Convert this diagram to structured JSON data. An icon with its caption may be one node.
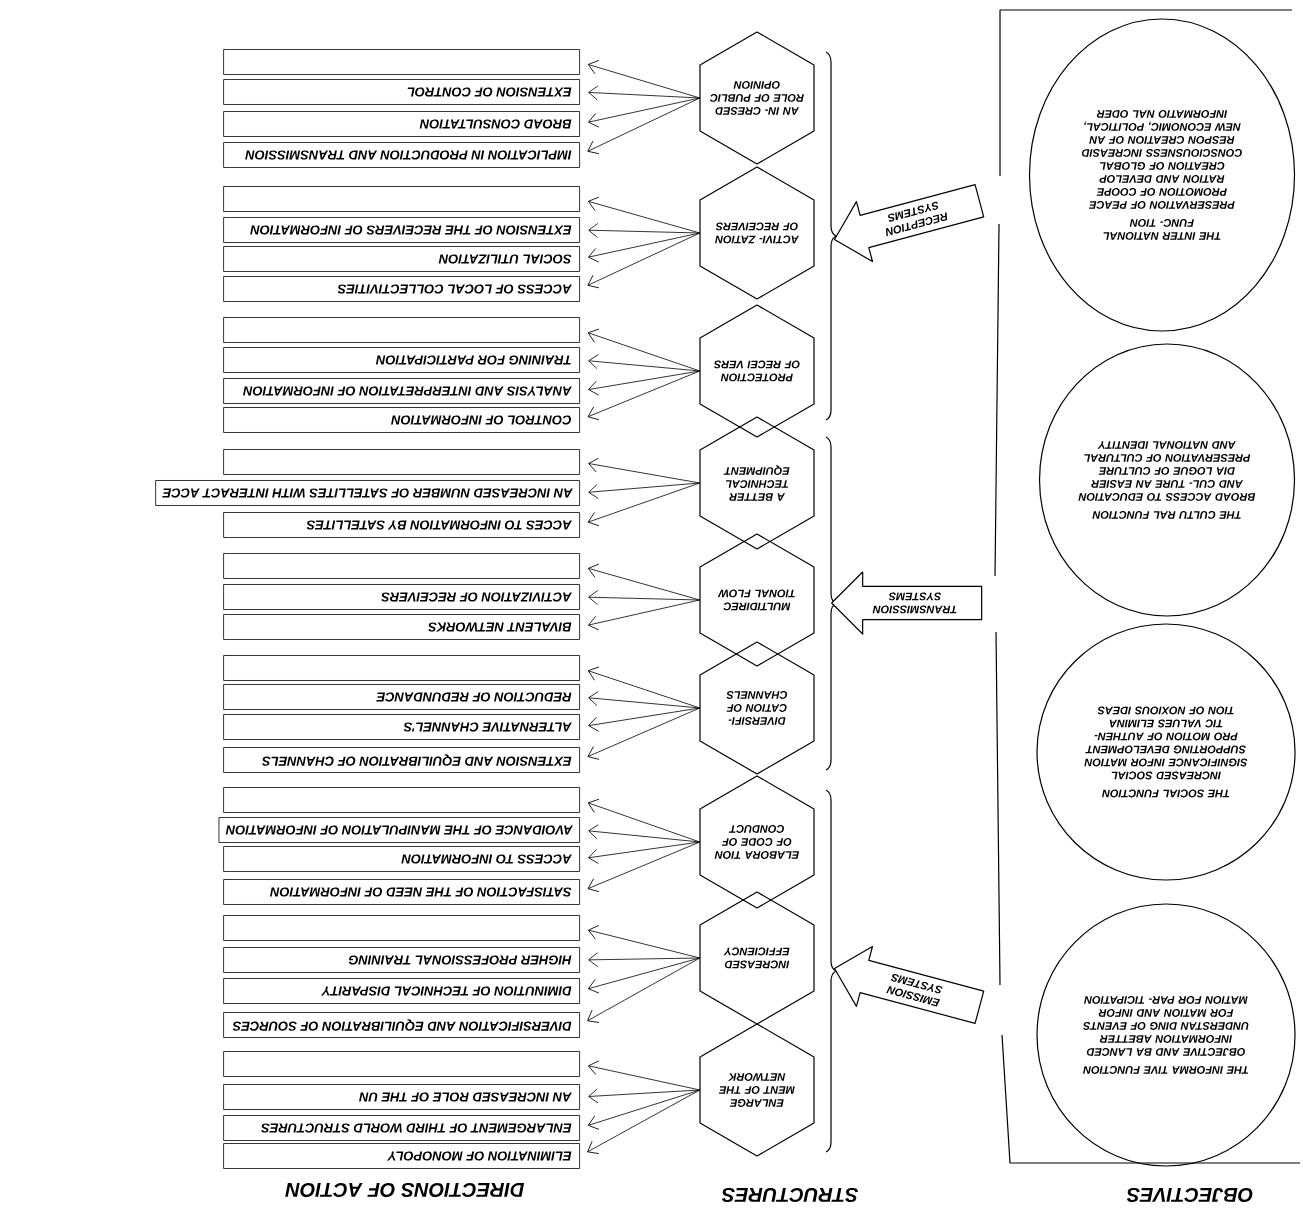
{
  "diagram": {
    "nodes": [
      {
        "text": [
          "THE INFORMA TIVE FUNCTION",
          "OBJECTIVE AND BA LANCED INFORMATION ABETTER UNDERSTAN DING OF EVENTS FOR MATION AND INFOR MATION FOR PAR- TICIPATION"
        ]
      },
      {
        "text": [
          "THE SOCIAL FUNCTION",
          "INCREASED SOCIAL SIGNIFICANCE INFOR MATION SUPPORTING DEVELOPMENT PRO MOTION OF AUTHEN- TIC VALUES ELIMINA TION OF NOXIOUS IDEAS"
        ]
      },
      {
        "text": [
          "THE CULTU RAL FUNCTION",
          "BROAD ACCESS TO EDUCATION AND CUL- TURE AN EASIER DIA LOGUE OF CULTURE PRESERVATION OF CULTURAL AND NATIONAL IDENTITY"
        ]
      },
      {
        "text": [
          "THE INTER NATIONAL FUNC- TION",
          "PRESERVATION OF PEACE PROMOTION OF COOPE RATION AND DEVELOP CREATION OF GLOBAL CONSCIOUSNESS INCREASID RESPON CREATION OF AN NEW ECONOMIC, POLITICAL, INFORMATIO NAL ODER"
        ]
      },
      {
        "text": [
          "EMISSION SYSTEMS"
        ]
      },
      {
        "text": [
          "TRANSMISSION SYSTEMS"
        ]
      },
      {
        "text": [
          "RECEPTION SYSTEMS"
        ]
      },
      {
        "text": [
          "ENLARGE MENT OF THE NETWORK"
        ]
      },
      {
        "text": [
          "INCREASED EFFICIENCY"
        ]
      },
      {
        "text": [
          "ELABORA TION OF CODE OF CONDUCT"
        ]
      },
      {
        "text": [
          "DIVERSIFI- CATION OF CHANNELS"
        ]
      },
      {
        "text": [
          "MULTIDIREC TIONAL FLOW"
        ]
      },
      {
        "text": [
          "A BETTER TECHNICAL EQUIPMENT"
        ]
      },
      {
        "text": [
          "PROTECTION OF RECEI VERS"
        ]
      },
      {
        "text": [
          "ACTIVI- ZATION OF RECEIVERS"
        ]
      },
      {
        "text": [
          "AN IN- CRESED ROLE OF PUBLIC OPINION"
        ]
      },
      {
        "text": [
          "ELIMINATION OF MONOPOLY"
        ]
      },
      {
        "text": [
          "ENLARGEMENT OF THIRD WORLD STRUCTURES"
        ]
      },
      {
        "text": [
          "AN INCREASED ROLE OF THE UN"
        ]
      },
      {
        "text": [],
        "shape": "box"
      },
      {
        "text": [
          "DIVERSIFICATION AND EQUILIBRATION OF SOURCES"
        ]
      },
      {
        "text": [
          "DIMINUTION OF TECHNICAL DISPARITY"
        ]
      },
      {
        "text": [
          "HIGHER PROFESSIONAL TRAINING"
        ]
      },
      {
        "text": [],
        "shape": "box"
      },
      {
        "text": [
          "SATISFACTION OF THE NEED OF INFORMATION"
        ]
      },
      {
        "text": [
          "ACCESS TO INFORMATION"
        ]
      },
      {
        "text": [
          "AVOIDANCE OF THE MANIPULATION OF INFORMATION"
        ]
      },
      {
        "text": [],
        "shape": "box"
      },
      {
        "text": [
          "EXTENSION AND EQUILIBRATION OF CHANNELS"
        ]
      },
      {
        "text": [
          "ALTERNATIVE CHANNEL'S"
        ]
      },
      {
        "text": [
          "REDUCTION OF REDUNDANCE"
        ]
      },
      {
        "text": [],
        "shape": "box"
      },
      {
        "text": [
          "BIVALENT NETWORKS"
        ]
      },
      {
        "text": [
          "ACTIVIZATION OF RECEIVERS"
        ]
      },
      {
        "text": [],
        "shape": "box"
      },
      {
        "text": [
          "ACCES TO INFORMATION BY SATELLITES"
        ]
      },
      {
        "text": [
          "AN INCREASED NUMBER OF SATELLITES WITH INTERACT ACCE"
        ]
      },
      {
        "text": [],
        "shape": "box"
      },
      {
        "text": [
          "CONTROL OF INFORMATION"
        ]
      },
      {
        "text": [
          "ANALYSIS AND INTERPRETATION OF INFORMATION"
        ]
      },
      {
        "text": [
          "TRAINING FOR PARTICIPATION"
        ]
      },
      {
        "text": [],
        "shape": "box"
      },
      {
        "text": [
          "ACCESS OF LOCAL COLLECTIVITIES"
        ]
      },
      {
        "text": [
          "SOCIAL UTILIZATION"
        ]
      },
      {
        "text": [
          "EXTENSION OF THE RECEIVERS OF INFORMATION"
        ]
      },
      {
        "text": [],
        "shape": "box"
      },
      {
        "text": [
          "IMPLICATION IN PRODUCTION AND TRANSMISSION"
        ]
      },
      {
        "text": [
          "BROAD CONSULTATION"
        ]
      },
      {
        "text": [
          "EXTENSION OF CONTROL"
        ]
      },
      {
        "text": [],
        "shape": "box"
      }
    ],
    "edges": [
      {
        "from": 7,
        "to": 16,
        "arrow": "to"
      },
      {
        "from": 7,
        "to": 17,
        "arrow": "to"
      },
      {
        "from": 7,
        "to": 18,
        "arrow": "to"
      },
      {
        "from": 7,
        "to": 19,
        "arrow": "to"
      },
      {
        "from": 8,
        "to": 20,
        "arrow": "to"
      },
      {
        "from": 8,
        "to": 21,
        "arrow": "to"
      },
      {
        "from": 8,
        "to": 22,
        "arrow": "to"
      },
      {
        "from": 8,
        "to": 23,
        "arrow": "to"
      },
      {
        "from": 9,
        "to": 24,
        "arrow": "to"
      },
      {
        "from": 9,
        "to": 25,
        "arrow": "to"
      },
      {
        "from": 9,
        "to": 26,
        "arrow": "to"
      },
      {
        "from": 9,
        "to": 27,
        "arrow": "to"
      },
      {
        "from": 10,
        "to": 28,
        "arrow": "to"
      },
      {
        "from": 10,
        "to": 29,
        "arrow": "to"
      },
      {
        "from": 10,
        "to": 30,
        "arrow": "to"
      },
      {
        "from": 10,
        "to": 31,
        "arrow": "to"
      },
      {
        "from": 11,
        "to": 32,
        "arrow": "to"
      },
      {
        "from": 11,
        "to": 33,
        "arrow": "to"
      },
      {
        "from": 11,
        "to": 34,
        "arrow": "to"
      },
      {
        "from": 12,
        "to": 35,
        "arrow": "to"
      },
      {
        "from": 12,
        "to": 36,
        "arrow": "to"
      },
      {
        "from": 12,
        "to": 37,
        "arrow": "to"
      },
      {
        "from": 13,
        "to": 38,
        "arrow": "to"
      },
      {
        "from": 13,
        "to": 39,
        "arrow": "to"
      },
      {
        "from": 13,
        "to": 40,
        "arrow": "to"
      },
      {
        "from": 13,
        "to": 41,
        "arrow": "to"
      },
      {
        "from": 14,
        "to": 42,
        "arrow": "to"
      },
      {
        "from": 14,
        "to": 43,
        "arrow": "to"
      },
      {
        "from": 14,
        "to": 44,
        "arrow": "to"
      },
      {
        "from": 14,
        "to": 45,
        "arrow": "to"
      },
      {
        "from": 15,
        "to": 46,
        "arrow": "to"
      },
      {
        "from": 15,
        "to": 47,
        "arrow": "to"
      },
      {
        "from": 15,
        "to": 48,
        "arrow": "to"
      },
      {
        "from": 15,
        "to": 49,
        "arrow": "to"
      }
    ],
    "labels": [
      "OBJECTIVES",
      "STRUCTURES",
      "DIRECTIONS OF ACTION"
    ]
  }
}
